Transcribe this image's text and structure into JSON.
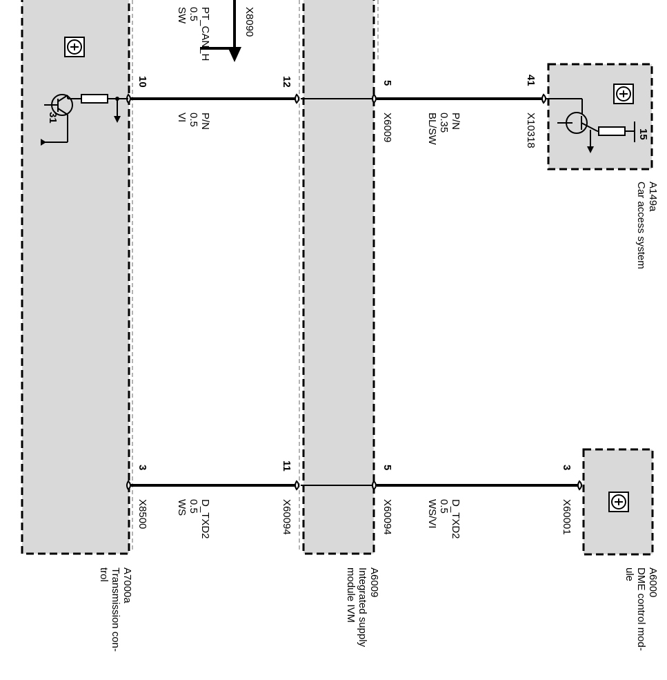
{
  "modules": {
    "tcu": {
      "id": "A7000a",
      "name": "Transmission con-",
      "name_cont": "trol",
      "ground_pin": "31"
    },
    "ivm": {
      "id": "A6009",
      "name": "Integrated supply",
      "name_cont": "module IVM"
    },
    "dme": {
      "id": "A6000",
      "name": "DME control mod-",
      "name_cont": "ule"
    },
    "cas": {
      "id": "A149a",
      "name": "Car access system",
      "supply_pin": "15"
    }
  },
  "bus_arrow": {
    "connector": "X8090",
    "signal": "PT_CAN_H",
    "gauge": "0.5",
    "color": "SW"
  },
  "wires": {
    "upper": {
      "tcu_pin": "10",
      "ivm_in_pin": "12",
      "ivm_out_pin": "5",
      "cas_pin": "41",
      "left_segment": {
        "signal": "P/N",
        "gauge": "0.5",
        "color": "VI"
      },
      "right_segment": {
        "connector": "X6009",
        "signal": "P/N",
        "gauge": "0.35",
        "color": "BL/SW"
      },
      "cas_connector": "X10318"
    },
    "lower": {
      "tcu_pin": "3",
      "ivm_in_pin": "11",
      "ivm_out_pin": "5",
      "dme_pin": "3",
      "tcu_connector": "X8500",
      "ivm_in_connector": "X60094",
      "left_segment": {
        "signal": "D_TXD2",
        "gauge": "0.5",
        "color": "WS"
      },
      "right_segment": {
        "connector": "X60094",
        "signal": "D_TXD2",
        "gauge": "0.5",
        "color": "WS/VI"
      },
      "dme_connector": "X60001"
    }
  }
}
